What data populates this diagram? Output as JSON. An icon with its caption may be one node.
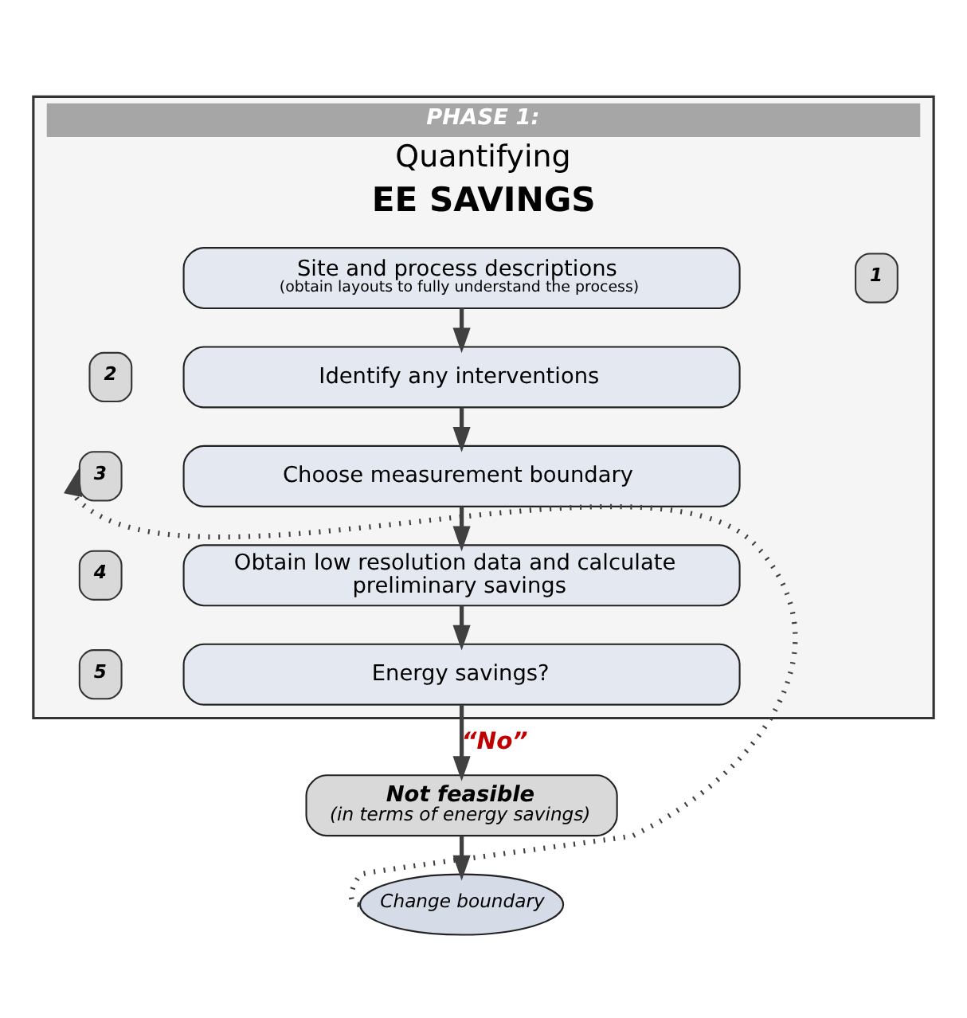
{
  "diagram": {
    "nodes": [
      {
        "text": [
          "PHASE 1:",
          "Quantifying",
          "EE SAVINGS"
        ]
      },
      {
        "text": [
          "1"
        ],
        "in": 0
      },
      {
        "text": [
          "Site and process descriptions",
          "(obtain layouts to fully understand the process)"
        ],
        "in": 0
      },
      {
        "text": [
          "2"
        ],
        "in": 0
      },
      {
        "text": [
          "Identify any interventions"
        ],
        "in": 0
      },
      {
        "text": [
          "3"
        ],
        "in": 0
      },
      {
        "text": [
          "Choose measurement boundary"
        ],
        "in": 0
      },
      {
        "text": [
          "4"
        ],
        "in": 0
      },
      {
        "text": [
          "Obtain low resolution data and calculate preliminary savings"
        ],
        "in": 0
      },
      {
        "text": [
          "5"
        ],
        "in": 0
      },
      {
        "text": [
          "Energy savings?"
        ],
        "in": 0
      },
      {
        "text": [
          "Not feasible",
          "(in terms of energy savings)"
        ]
      },
      {
        "text": [
          "Change boundary"
        ]
      }
    ],
    "edges": [
      {
        "from": 2,
        "to": 4,
        "arrow": "to"
      },
      {
        "from": 4,
        "to": 6,
        "arrow": "to"
      },
      {
        "from": 6,
        "to": 8,
        "arrow": "to"
      },
      {
        "from": 8,
        "to": 10,
        "arrow": "to"
      },
      {
        "from": 10,
        "to": 11,
        "arrow": "to",
        "label": "“No”"
      },
      {
        "from": 11,
        "to": 12,
        "arrow": "to"
      },
      {
        "from": 12,
        "to": 5,
        "arrow": "to",
        "style": "dashed"
      }
    ]
  }
}
